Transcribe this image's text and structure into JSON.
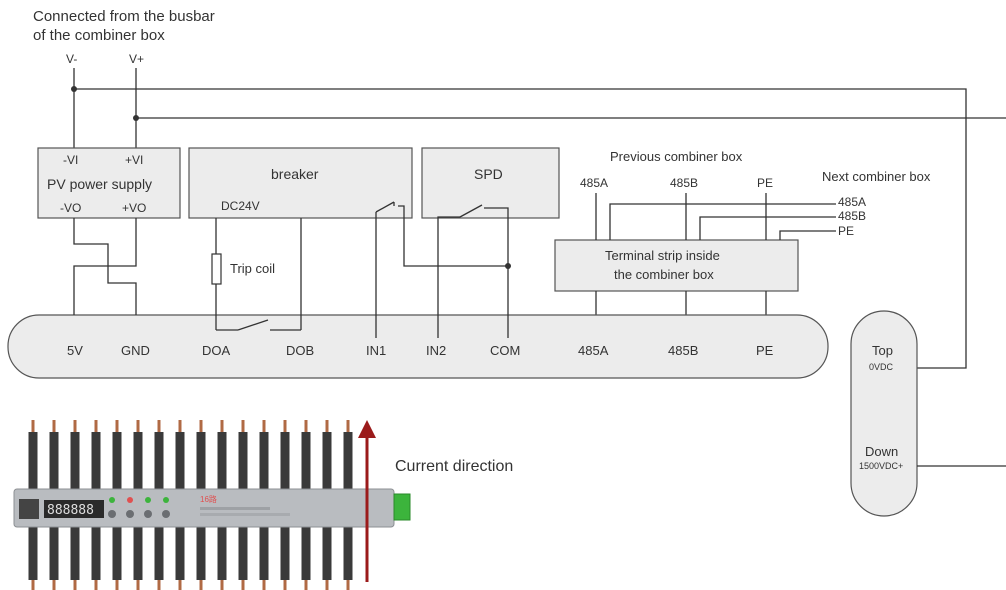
{
  "header": {
    "line1": "Connected from the busbar",
    "line2": "of the combiner box"
  },
  "busbar": {
    "v_minus": "V-",
    "v_plus": "V+"
  },
  "pv_supply": {
    "vi_minus": "-VI",
    "vi_plus": "+VI",
    "title": "PV power supply",
    "vo_minus": "-VO",
    "vo_plus": "+VO"
  },
  "breaker": {
    "title": "breaker",
    "dc": "DC24V",
    "trip_coil": "Trip coil"
  },
  "spd": {
    "title": "SPD"
  },
  "comm": {
    "previous": "Previous combiner box",
    "next": "Next combiner box",
    "prev_485a": "485A",
    "prev_485b": "485B",
    "prev_pe": "PE",
    "next_485a": "485A",
    "next_485b": "485B",
    "next_pe": "PE",
    "terminal_line1": "Terminal strip inside",
    "terminal_line2": "the combiner box"
  },
  "device_terminals": [
    "5V",
    "GND",
    "DOA",
    "DOB",
    "IN1",
    "IN2",
    "COM",
    "485A",
    "485B",
    "PE"
  ],
  "fuse": {
    "top": "Top",
    "top_v": "0VDC",
    "down": "Down",
    "down_v": "1500VDC+"
  },
  "current_direction": "Current direction",
  "device": {
    "display": "888888",
    "model": "16路",
    "accent": "#e05050",
    "connector_color": "#3cb43c",
    "arrow_color": "#9b1b1b"
  }
}
